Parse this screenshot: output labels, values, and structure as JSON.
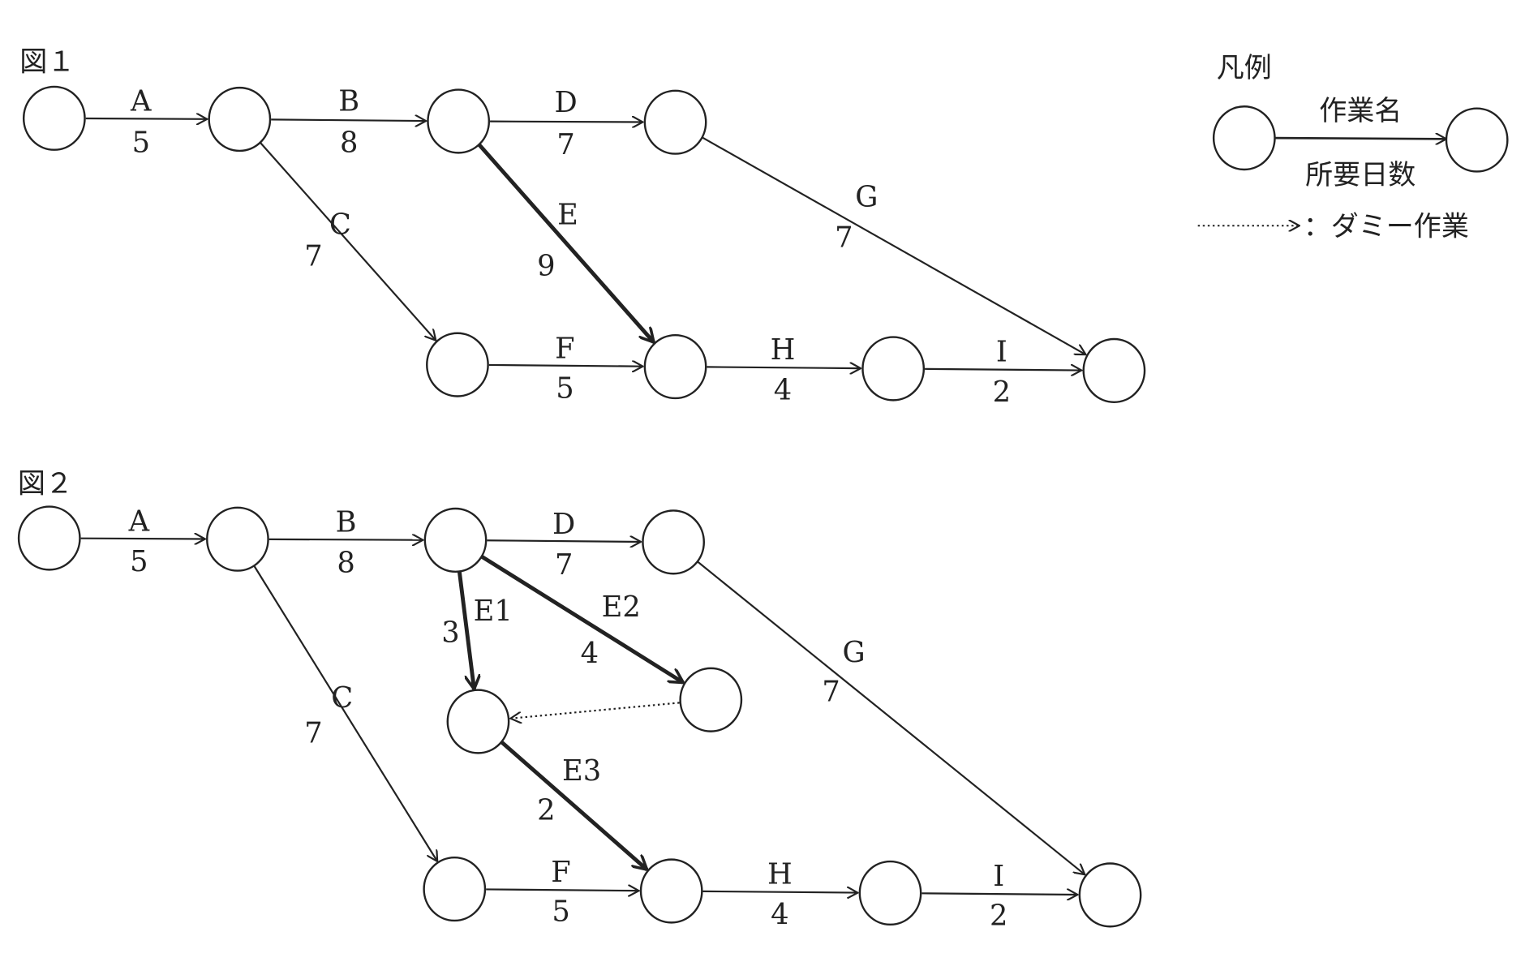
{
  "figures": [
    {
      "title": "図１",
      "edges": [
        {
          "name": "A",
          "days": "5"
        },
        {
          "name": "B",
          "days": "8"
        },
        {
          "name": "D",
          "days": "7"
        },
        {
          "name": "C",
          "days": "7"
        },
        {
          "name": "E",
          "days": "9"
        },
        {
          "name": "G",
          "days": "7"
        },
        {
          "name": "F",
          "days": "5"
        },
        {
          "name": "H",
          "days": "4"
        },
        {
          "name": "I",
          "days": "2"
        }
      ]
    },
    {
      "title": "図２",
      "edges": [
        {
          "name": "A",
          "days": "5"
        },
        {
          "name": "B",
          "days": "8"
        },
        {
          "name": "D",
          "days": "7"
        },
        {
          "name": "C",
          "days": "7"
        },
        {
          "name": "E1",
          "days": "3"
        },
        {
          "name": "E2",
          "days": "4"
        },
        {
          "name": "",
          "days": ""
        },
        {
          "name": "E3",
          "days": "2"
        },
        {
          "name": "G",
          "days": "7"
        },
        {
          "name": "F",
          "days": "5"
        },
        {
          "name": "H",
          "days": "4"
        },
        {
          "name": "I",
          "days": "2"
        }
      ]
    }
  ],
  "legend": {
    "title": "凡例",
    "task_name": "作業名",
    "required_days": "所要日数",
    "dummy_label": "：ダミー作業"
  }
}
